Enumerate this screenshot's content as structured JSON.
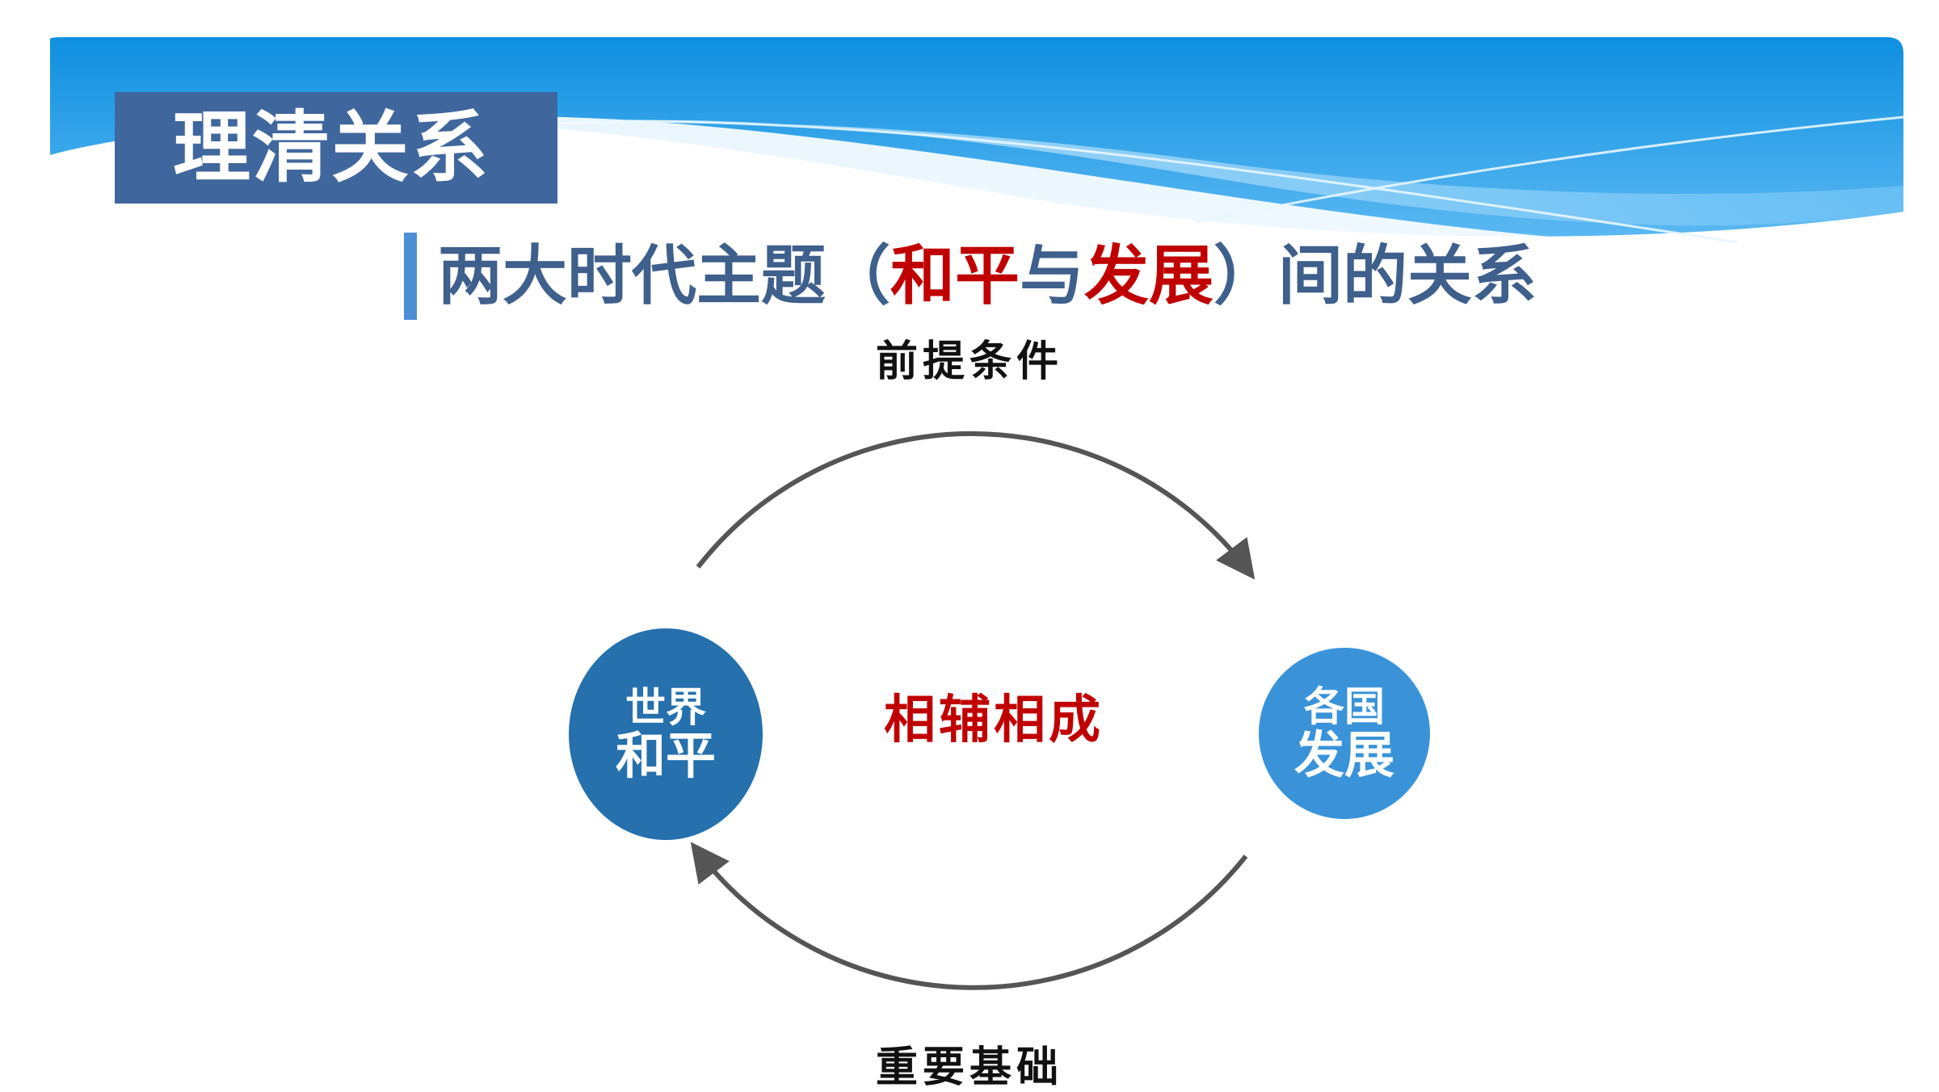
{
  "slide": {
    "section_title": "理清关系",
    "subtitle": {
      "prefix": "两大时代主题（",
      "term1": "和平",
      "connector": "与",
      "term2": "发展",
      "suffix": "）间的关系"
    }
  },
  "diagram": {
    "top_label": "前提条件",
    "bottom_label": "重要基础",
    "center_label": "相辅相成",
    "left_node": {
      "line1": "世界",
      "line2": "和平",
      "color": "#2570ad"
    },
    "right_node": {
      "line1": "各国",
      "line2": "发展",
      "color": "#3a93d9"
    }
  },
  "colors": {
    "banner_blue": "#1a9be6",
    "tag_background": "#40679d",
    "title_blue": "#3f5f8c",
    "accent_red": "#c00000",
    "arrow_gray": "#555555"
  }
}
